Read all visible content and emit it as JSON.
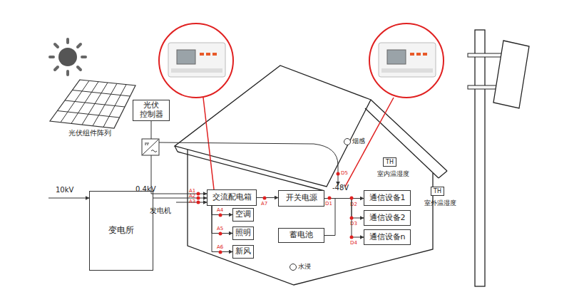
{
  "diagram": {
    "nodes": [
      {
        "text": [
          "光伏 控制器"
        ]
      },
      {
        "text": [
          "变电所"
        ]
      },
      {
        "text": [
          "交流配电箱"
        ]
      },
      {
        "text": [
          "空调"
        ]
      },
      {
        "text": [
          "照明"
        ]
      },
      {
        "text": [
          "新风"
        ]
      },
      {
        "text": [
          "开关电源"
        ]
      },
      {
        "text": [
          "蓄电池"
        ]
      },
      {
        "text": [
          "通信设备1"
        ]
      },
      {
        "text": [
          "通信设备2"
        ]
      },
      {
        "text": [
          "通信设备n"
        ]
      },
      {
        "text": [
          "TH",
          "室内温湿度"
        ]
      },
      {
        "text": [
          "TH",
          "室外温湿度"
        ]
      }
    ],
    "edges": [
      {
        "from": 0,
        "to": 2,
        "arrow": "to"
      },
      {
        "from": 1,
        "to": 2,
        "arrow": "to"
      },
      {
        "from": 2,
        "to": 3,
        "arrow": "to"
      },
      {
        "from": 2,
        "to": 4,
        "arrow": "to"
      },
      {
        "from": 2,
        "to": 5,
        "arrow": "to"
      },
      {
        "from": 2,
        "to": 6,
        "arrow": "to"
      },
      {
        "from": 6,
        "to": 8,
        "arrow": "to"
      },
      {
        "from": 6,
        "to": 9,
        "arrow": "to"
      },
      {
        "from": 6,
        "to": 10,
        "arrow": "to"
      },
      {
        "from": 7,
        "to": 6,
        "arrow": "none"
      }
    ],
    "labels": [
      "光伏组件阵列",
      "10kV",
      "0.4kV",
      "发电机",
      "A1",
      "A2",
      "A3",
      "A4",
      "A5",
      "A6",
      "A7",
      "烟感",
      "D5",
      "-48V",
      "D1",
      "D2",
      "D3",
      "D4",
      "水浸"
    ]
  }
}
